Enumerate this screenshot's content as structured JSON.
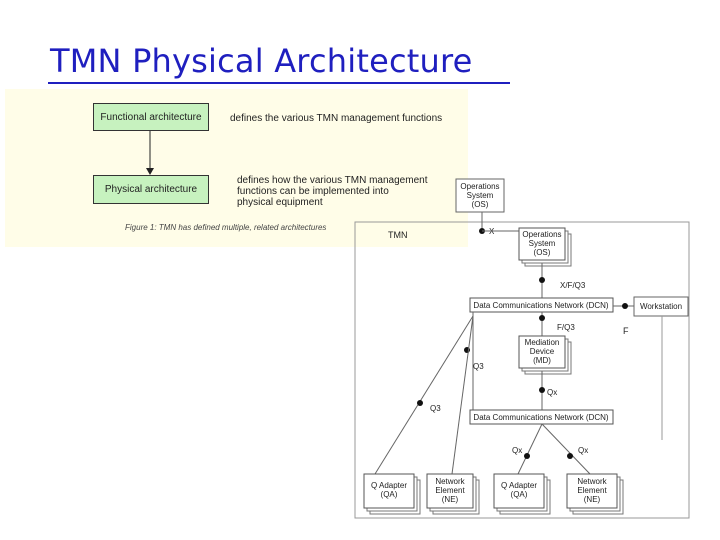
{
  "slide": {
    "title": "TMN Physical Architecture"
  },
  "overview": {
    "functional_label": "Functional architecture",
    "functional_desc": "defines the various TMN management functions",
    "physical_label": "Physical architecture",
    "physical_desc": [
      "defines how the various TMN management",
      "functions can be implemented into",
      "physical equipment"
    ],
    "caption": "Figure 1: TMN has defined multiple, related architectures"
  },
  "diagram": {
    "os_standalone": [
      "Operations",
      "System",
      "(OS)"
    ],
    "tmn_label": "TMN",
    "x_label": "X",
    "os": [
      "Operations",
      "System",
      "(OS)"
    ],
    "xf_q3": "X/F/Q3",
    "dcn_top": "Data Communications Network (DCN)",
    "workstation": "Workstation",
    "f_q3": "F/Q3",
    "f_label": "F",
    "md": [
      "Mediation",
      "Device",
      "(MD)"
    ],
    "q3_upper": "Q3",
    "qx_md": "Qx",
    "q3_lower": "Q3",
    "dcn_bottom": "Data Communications Network (DCN)",
    "qx_left": "Qx",
    "qx_right": "Qx",
    "qa_left": [
      "Q Adapter",
      "(QA)"
    ],
    "ne_left": [
      "Network",
      "Element",
      "(NE)"
    ],
    "qa_right": [
      "Q Adapter",
      "(QA)"
    ],
    "ne_right": [
      "Network",
      "Element",
      "(NE)"
    ]
  }
}
